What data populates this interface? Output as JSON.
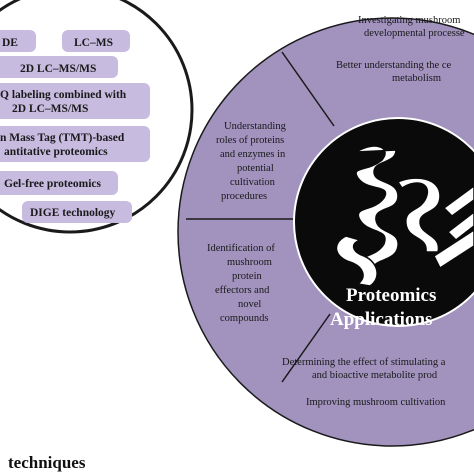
{
  "techniques": {
    "items": [
      "DE",
      "LC–MS",
      "2D LC–MS/MS",
      "Q labeling combined with",
      "2D LC–MS/MS",
      "n Mass Tag (TMT)-based",
      "antitative proteomics",
      "Gel-free proteomics",
      "DIGE technology"
    ],
    "caption": "techniques"
  },
  "applications": {
    "center_line1": "Proteomics",
    "center_line2": "Applications",
    "seg_top": [
      "Investigating mushroom",
      "developmental processe",
      "Better understanding  the ce",
      "metabolism"
    ],
    "seg_upper_left": [
      "Understanding",
      "roles of proteins",
      "and enzymes in",
      "potential",
      "cultivation",
      "procedures"
    ],
    "seg_lower_left": [
      "Identification  of",
      "mushroom",
      "protein",
      "effectors and",
      "novel",
      "compounds"
    ],
    "seg_bottom": [
      "Determining  the effect of stimulating  a",
      "and bioactive metabolite prod",
      "Improving mushroom  cultivation"
    ]
  },
  "colors": {
    "ring": "#a192be",
    "pill": "#c7bbe0",
    "center": "#0a0a0a",
    "outline": "#1a1a1a"
  }
}
